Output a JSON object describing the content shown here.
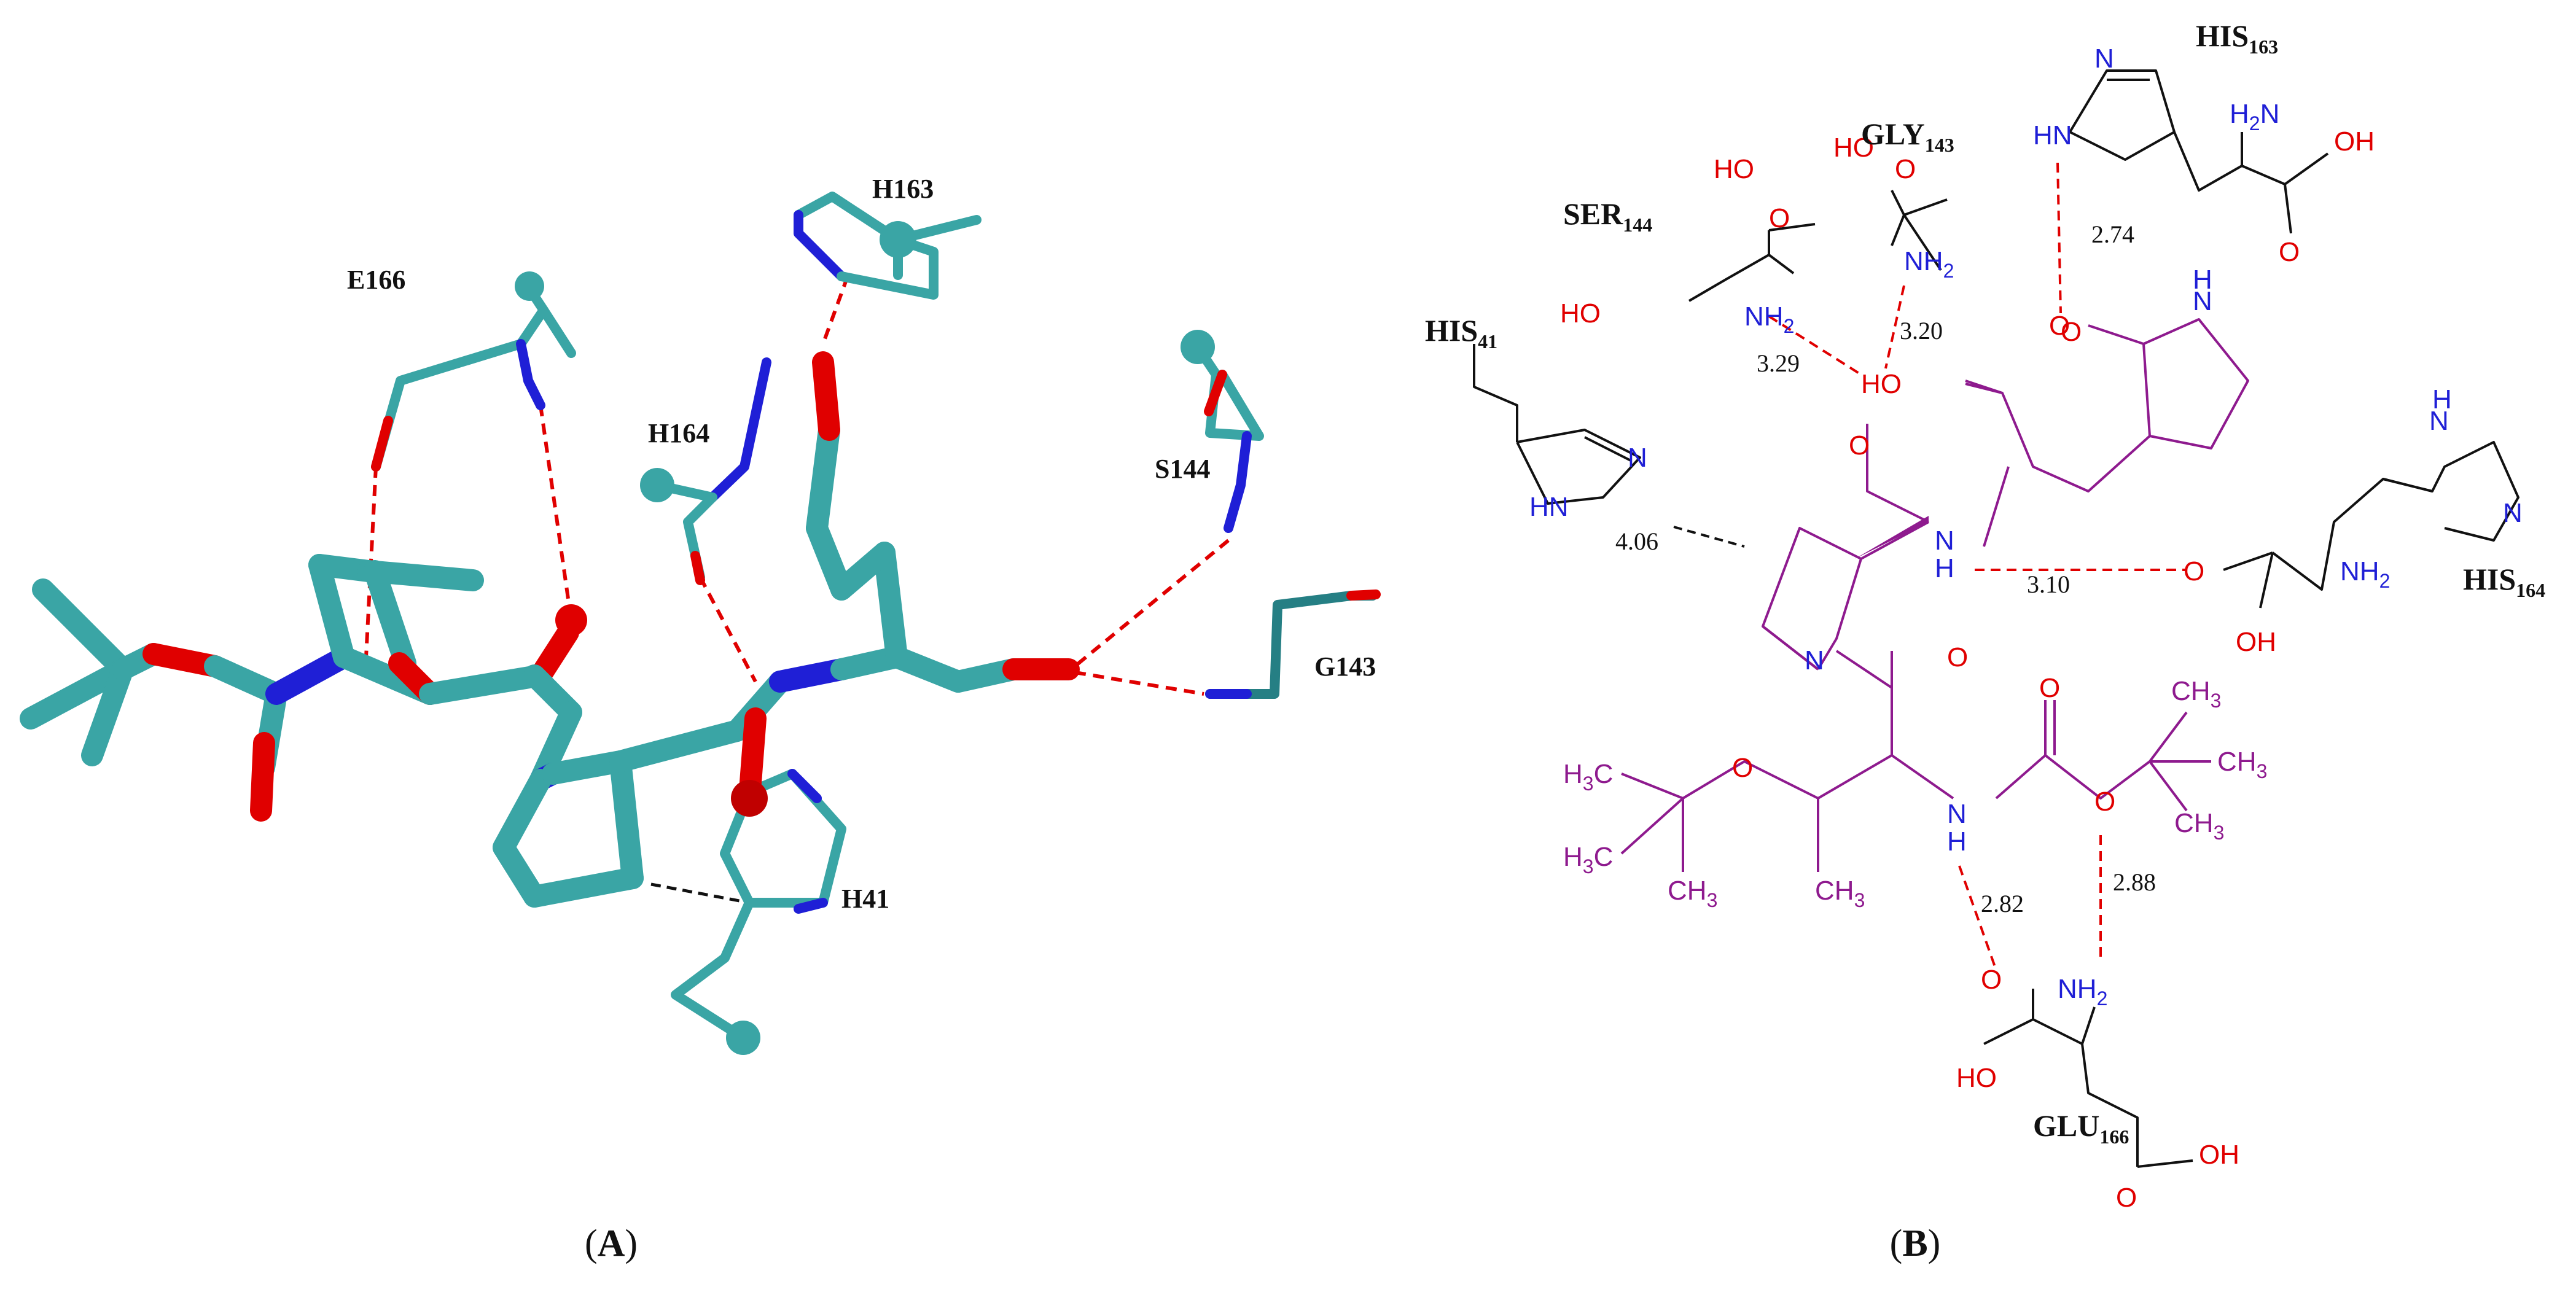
{
  "colors": {
    "carbon": "#3aa5a5",
    "carbon_dark": "#257f84",
    "nitrogen": "#1f1fd6",
    "oxygen": "#e00000",
    "ligand": "#8e1a8e",
    "hbond": "#e00000",
    "hydrophobic": "#111111"
  },
  "panelA": {
    "label": "A",
    "residues": {
      "e166": "E166",
      "h163": "H163",
      "h164": "H164",
      "s144": "S144",
      "g143": "G143",
      "h41": "H41"
    }
  },
  "panelB": {
    "label": "B",
    "residues": {
      "his163": {
        "name": "HIS",
        "num": "163"
      },
      "gly143": {
        "name": "GLY",
        "num": "143"
      },
      "ser144": {
        "name": "SER",
        "num": "144"
      },
      "his41": {
        "name": "HIS",
        "num": "41"
      },
      "his164": {
        "name": "HIS",
        "num": "164"
      },
      "glu166": {
        "name": "GLU",
        "num": "166"
      }
    },
    "atoms": {
      "HO": "HO",
      "OH": "OH",
      "O": "O",
      "N": "N",
      "H": "H",
      "HN": "HN",
      "NH": "NH",
      "NH2": "NH",
      "H2N": "H",
      "N2": "N",
      "two": "2",
      "three": "3",
      "H3C": "H",
      "CH3": "CH",
      "C3": "C",
      "H3": "H"
    },
    "distances": {
      "his163": "2.74",
      "gly143": "3.20",
      "ser144": "3.29",
      "his41": "4.06",
      "his164": "3.10",
      "glu166_nh": "2.82",
      "glu166_o": "2.88"
    }
  }
}
